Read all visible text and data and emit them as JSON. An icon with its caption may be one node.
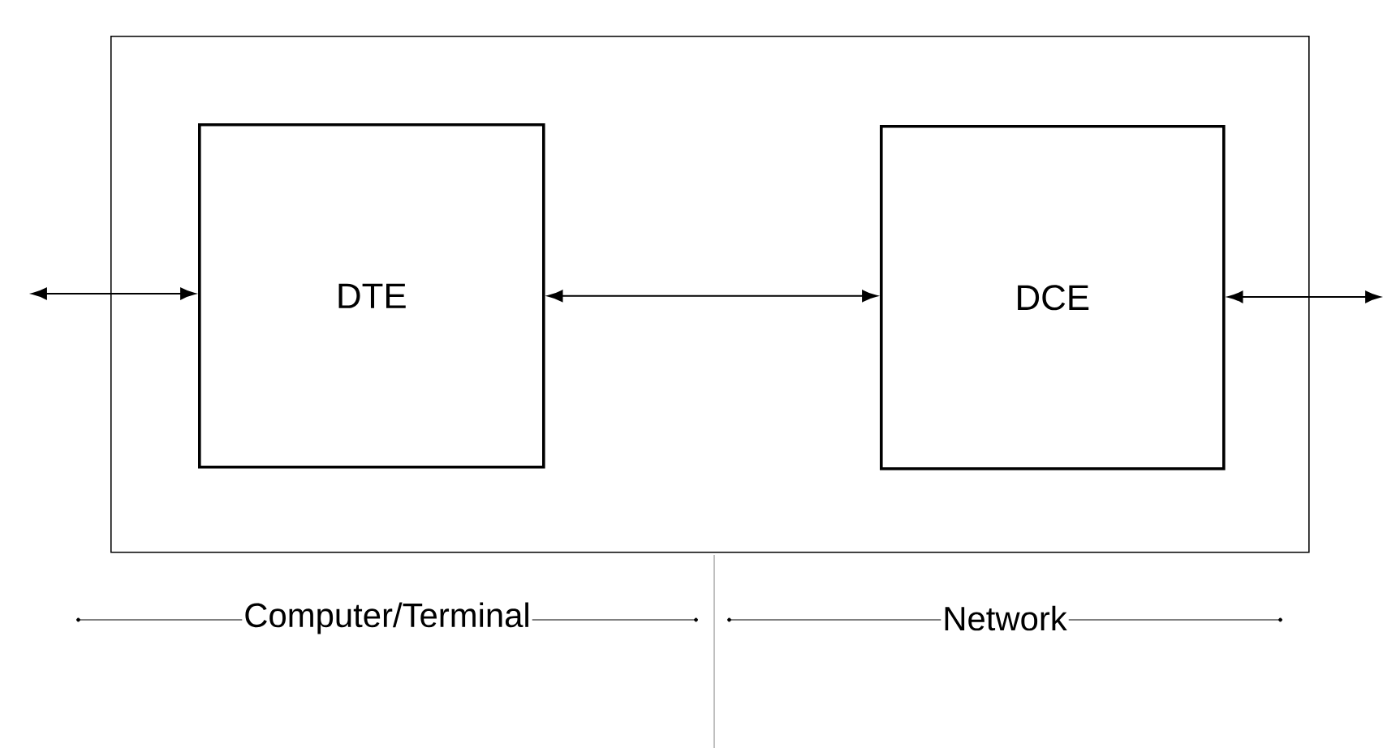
{
  "diagram": {
    "nodes": [
      {
        "text": [],
        "shape": "box"
      },
      {
        "text": [
          "DTE"
        ],
        "in": 0
      },
      {
        "text": [
          "DCE"
        ],
        "in": 0
      }
    ],
    "edges": [
      {
        "from": null,
        "to": 1,
        "arrow": "both"
      },
      {
        "from": 1,
        "to": 2,
        "arrow": "both"
      },
      {
        "from": 2,
        "to": null,
        "arrow": "both"
      }
    ],
    "labels": [
      "Computer/Terminal",
      "Network"
    ]
  }
}
